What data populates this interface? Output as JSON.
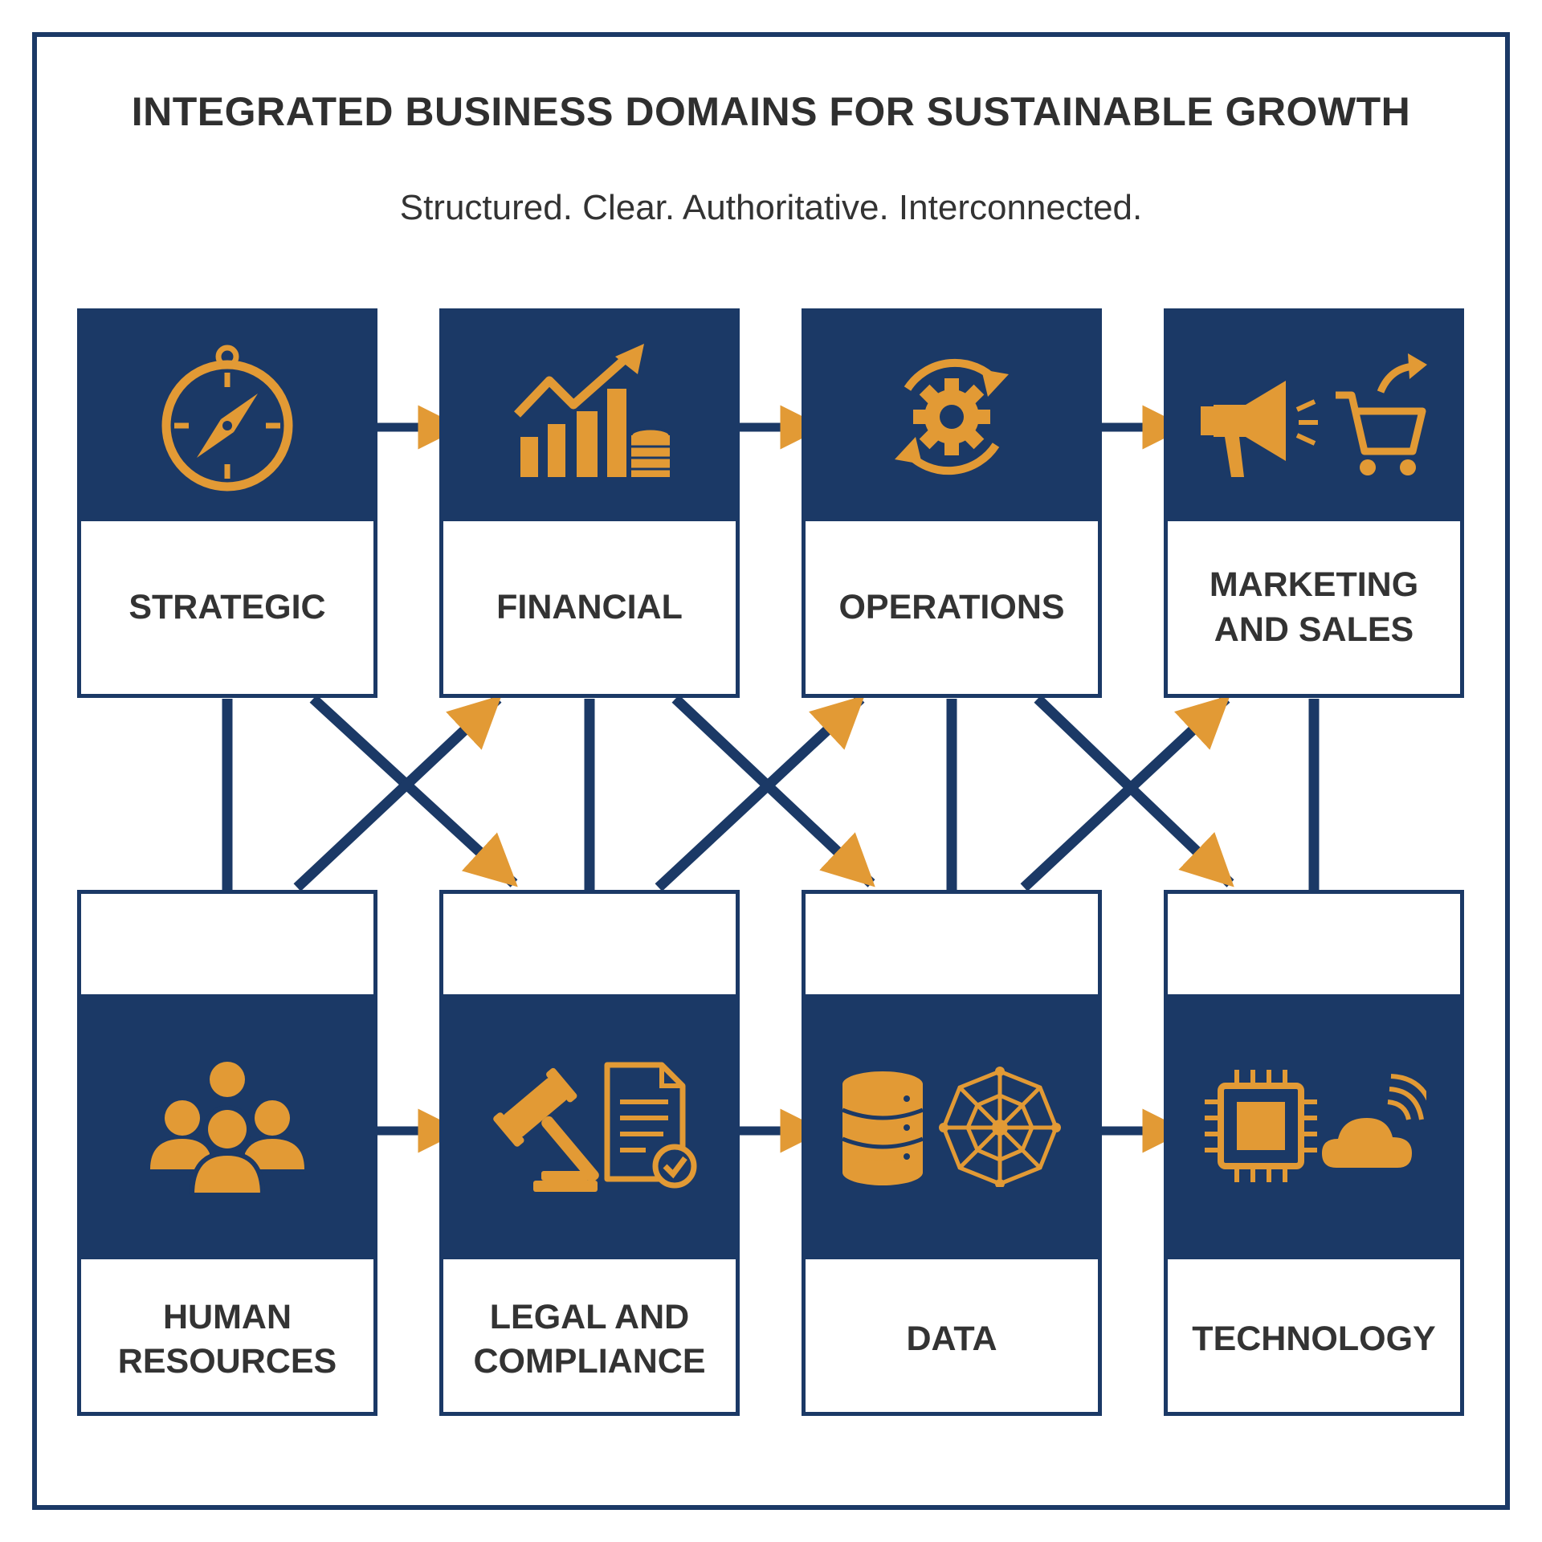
{
  "title": "INTEGRATED BUSINESS DOMAINS FOR SUSTAINABLE GROWTH",
  "subtitle": "Structured. Clear. Authoritative. Interconnected.",
  "colors": {
    "navy": "#1b3966",
    "accent": "#e29a35",
    "text": "#333333"
  },
  "domains": [
    {
      "id": "strategic",
      "label": "STRATEGIC",
      "icon": "compass-icon"
    },
    {
      "id": "financial",
      "label": "FINANCIAL",
      "icon": "growth-chart-coins-icon"
    },
    {
      "id": "operations",
      "label": "OPERATIONS",
      "icon": "gear-cycle-icon"
    },
    {
      "id": "marketing",
      "label": "MARKETING\nAND SALES",
      "icon": "megaphone-cart-icon"
    },
    {
      "id": "hr",
      "label": "HUMAN\nRESOURCES",
      "icon": "people-group-icon"
    },
    {
      "id": "legal",
      "label": "LEGAL AND\nCOMPLIANCE",
      "icon": "gavel-document-icon"
    },
    {
      "id": "data",
      "label": "DATA",
      "icon": "database-network-icon"
    },
    {
      "id": "technology",
      "label": "TECHNOLOGY",
      "icon": "chip-cloud-icon"
    }
  ],
  "connections": [
    {
      "from": "strategic",
      "to": "financial"
    },
    {
      "from": "financial",
      "to": "operations"
    },
    {
      "from": "operations",
      "to": "marketing"
    },
    {
      "from": "hr",
      "to": "legal"
    },
    {
      "from": "legal",
      "to": "data"
    },
    {
      "from": "data",
      "to": "technology"
    },
    {
      "from": "strategic",
      "to": "hr"
    },
    {
      "from": "financial",
      "to": "legal"
    },
    {
      "from": "operations",
      "to": "data"
    },
    {
      "from": "marketing",
      "to": "technology"
    },
    {
      "from": "strategic",
      "to": "legal"
    },
    {
      "from": "financial",
      "to": "data"
    },
    {
      "from": "operations",
      "to": "technology"
    },
    {
      "from": "hr",
      "to": "financial"
    },
    {
      "from": "legal",
      "to": "operations"
    },
    {
      "from": "data",
      "to": "marketing"
    }
  ]
}
